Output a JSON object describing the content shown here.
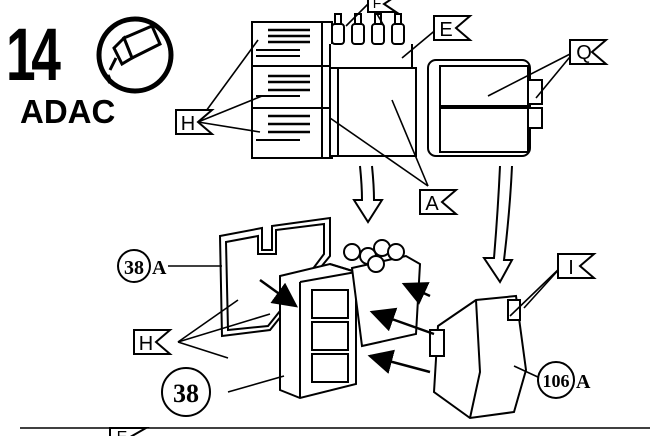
{
  "step": {
    "number": "14",
    "brand": "ADAC",
    "icon": "adhesive-tube-icon"
  },
  "callouts": {
    "F": "F",
    "E": "E",
    "Q": "Q",
    "H_top": "H",
    "A_top": "A",
    "I": "I",
    "H_bottom": "H",
    "E_bottom": "E"
  },
  "part_refs": {
    "ref_38A": {
      "number": "38",
      "suffix": "A"
    },
    "ref_38": {
      "number": "38"
    },
    "ref_106A": {
      "number": "106",
      "suffix": "A"
    }
  }
}
